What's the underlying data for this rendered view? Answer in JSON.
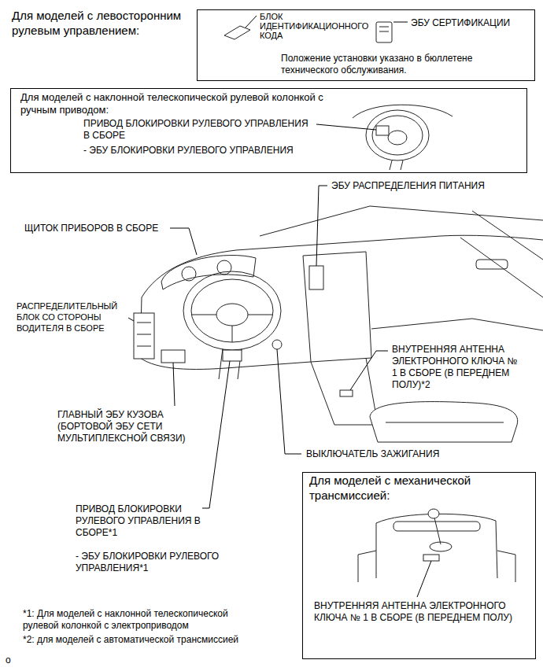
{
  "diagram": {
    "nodes": [
      {
        "text": [
          "Для моделей с левосторонним рулевым управлением:",
          "БЛОК ИДЕНТИФИКАЦИОННОГО КОДА",
          "ЭБУ СЕРТИФИКАЦИИ",
          "Положение установки указано в бюллетене технического обслуживания."
        ]
      },
      {
        "text": [
          "Для моделей с наклонной телескопической рулевой колонкой с ручным приводом:",
          "ПРИВОД БЛОКИРОВКИ РУЛЕВОГО УПРАВЛЕНИЯ В СБОРЕ",
          "- ЭБУ БЛОКИРОВКИ РУЛЕВОГО УПРАВЛЕНИЯ"
        ]
      },
      {
        "text": [
          "Для моделей с механической трансмиссией:",
          "ВНУТРЕННЯЯ АНТЕННА ЭЛЕКТРОННОГО КЛЮЧА № 1 В СБОРЕ (В ПЕРЕДНЕМ ПОЛУ)"
        ]
      }
    ],
    "labels": [
      "ЭБУ РАСПРЕДЕЛЕНИЯ ПИТАНИЯ",
      "ЩИТОК ПРИБОРОВ В СБОРЕ",
      "РАСПРЕДЕЛИТЕЛЬНЫЙ БЛОК СО СТОРОНЫ ВОДИТЕЛЯ В СБОРЕ",
      "ВНУТРЕННЯЯ АНТЕННА ЭЛЕКТРОННОГО КЛЮЧА № 1 В СБОРЕ (В ПЕРЕДНЕМ ПОЛУ)*2",
      "ГЛАВНЫЙ ЭБУ КУЗОВА (БОРТОВОЙ ЭБУ СЕТИ МУЛЬТИПЛЕКСНОЙ СВЯЗИ)",
      "ВЫКЛЮЧАТЕЛЬ ЗАЖИГАНИЯ",
      "ПРИВОД БЛОКИРОВКИ РУЛЕВОГО УПРАВЛЕНИЯ В СБОРЕ*1",
      "- ЭБУ БЛОКИРОВКИ РУЛЕВОГО УПРАВЛЕНИЯ*1",
      "*1: Для моделей с наклонной телескопической рулевой колонкой с электроприводом",
      "*2: для моделей с автоматической трансмиссией",
      "o"
    ]
  }
}
